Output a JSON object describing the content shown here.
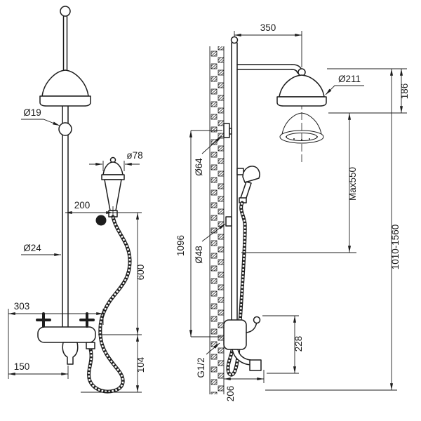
{
  "drawing": {
    "background": "#ffffff",
    "line_color": "#1d1d1d",
    "views": {
      "front": "front-view",
      "side": "side-view"
    }
  },
  "dims": {
    "front": {
      "top_pipe_diameter": "Ø19",
      "handshower_head_diameter": "ø78",
      "handshower_offset": "200",
      "riser_pipe_diameter": "Ø24",
      "riser_drop": "600",
      "mixer_span": "303",
      "spout_reach": "150",
      "spout_drop": "104"
    },
    "side": {
      "arm_reach": "350",
      "head_diameter": "Ø211",
      "head_drop": "186",
      "height_range": "1010-1560",
      "max_adjust": "Max550",
      "column_length": "1096",
      "flange_diameter": "Ø64",
      "bracket_diameter": "Ø48",
      "mixer_height": "228",
      "connection_thread": "G1/2",
      "spout_projection": "206"
    }
  }
}
